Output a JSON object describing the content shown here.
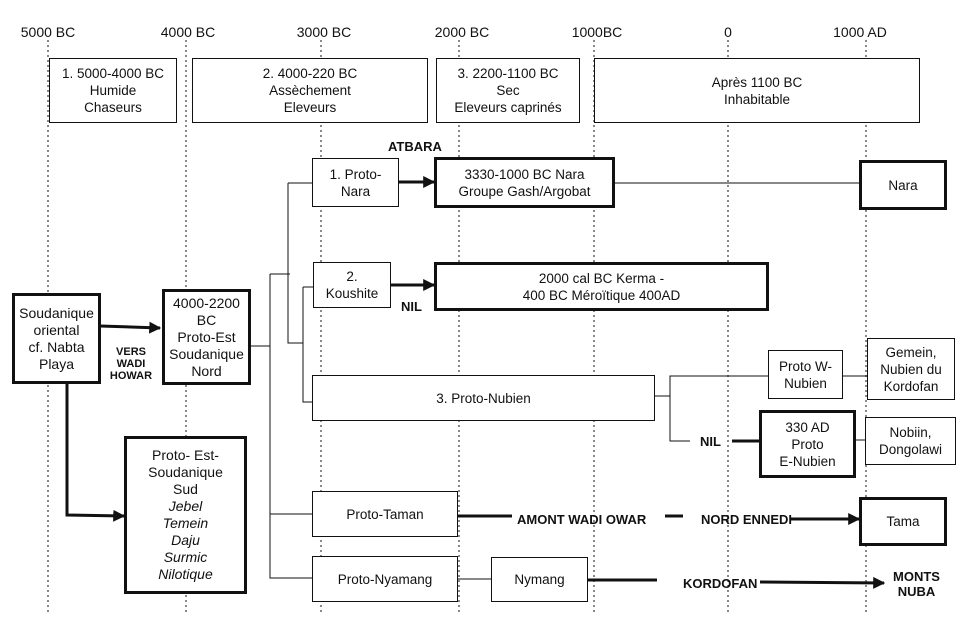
{
  "axis": {
    "ticks": [
      "5000 BC",
      "4000 BC",
      "3000 BC",
      "2000 BC",
      "1000BC",
      "0",
      "1000 AD"
    ]
  },
  "periods": [
    {
      "lines": [
        "1. 5000-4000 BC",
        "Humide",
        "Chaseurs"
      ]
    },
    {
      "lines": [
        "2. 4000-220 BC",
        "Assèchement",
        "Eleveurs"
      ]
    },
    {
      "lines": [
        "3. 2200-1100 BC",
        "Sec",
        "Eleveurs caprinés"
      ]
    },
    {
      "lines": [
        "Après 1100 BC",
        "Inhabitable"
      ]
    }
  ],
  "nodes": {
    "soudanique_oriental": [
      "Soudanique",
      "oriental",
      "cf. Nabta",
      "Playa"
    ],
    "proto_est_nord": [
      "4000-2200",
      "BC",
      "Proto-Est",
      "Soudanique",
      "Nord"
    ],
    "proto_est_sud": [
      "Proto- Est-",
      "Soudanique",
      "Sud"
    ],
    "proto_est_sud_italic": [
      "Jebel",
      "Temein",
      "Daju",
      "Surmic",
      "Nilotique"
    ],
    "proto_nara": [
      "1. Proto-",
      "Nara"
    ],
    "nara_gash": [
      "3330-1000 BC Nara",
      "Groupe Gash/Argobat"
    ],
    "nara": [
      "Nara"
    ],
    "koushite": [
      "2.",
      "Koushite"
    ],
    "kerma": [
      "2000 cal BC Kerma -",
      "400 BC Méroïtique 400AD"
    ],
    "proto_nubien": [
      "3. Proto-Nubien"
    ],
    "proto_w_nubien": [
      "Proto W-",
      "Nubien"
    ],
    "gemein": [
      "Gemein,",
      "Nubien du",
      "Kordofan"
    ],
    "proto_e_nubien": [
      "330 AD",
      "Proto",
      "E-Nubien"
    ],
    "nobiin": [
      "Nobiin,",
      "Dongolawi"
    ],
    "proto_taman": [
      "Proto-Taman"
    ],
    "tama": [
      "Tama"
    ],
    "proto_nyamang": [
      "Proto-Nyamang"
    ],
    "nymang": [
      "Nymang"
    ]
  },
  "labels": {
    "vers_wadi_howar": [
      "VERS",
      "WADI",
      "HOWAR"
    ],
    "atbara": "ATBARA",
    "nil_1": "NIL",
    "nil_2": "NIL",
    "amont_wadi_owar": "AMONT WADI OWAR",
    "nord_ennedi": "NORD ENNEDI",
    "kordofan": "KORDOFAN",
    "monts_nuba": [
      "MONTS",
      "NUBA"
    ]
  }
}
